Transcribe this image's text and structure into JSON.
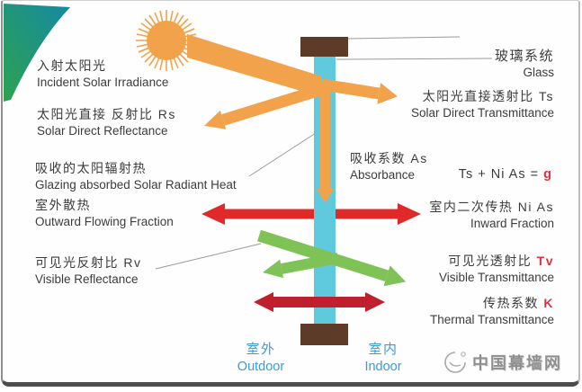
{
  "left_labels": [
    {
      "zh": "入射太阳光",
      "en": "Incident Solar Irradiance"
    },
    {
      "zh": "太阳光直接 反射比 Rs",
      "en": "Solar Direct Reflectance"
    },
    {
      "zh": "吸收的太阳辐射热",
      "en": "Glazing absorbed Solar Radiant Heat"
    },
    {
      "zh": "室外散热",
      "en": "Outward Flowing Fraction"
    },
    {
      "zh": "可见光反射比 Rv",
      "en": "Visible Reflectance"
    }
  ],
  "right_labels": {
    "glass": {
      "zh": "玻璃系统",
      "en": "Glass"
    },
    "solar_transmittance": {
      "zh": "太阳光直接透射比 Ts",
      "en": "Solar Direct Transmittance"
    },
    "absorbance": {
      "zh": "吸收系数 As",
      "en": "Absorbance"
    },
    "formula": {
      "base": "Ts + Ni As = ",
      "accent": "g"
    },
    "inward": {
      "zh": "室内二次传热 Ni As",
      "en": "Inward Fraction"
    },
    "visible_transmittance": {
      "zh": "可见光透射比 ",
      "accent": "Tv",
      "en": "Visible Transmittance"
    },
    "thermal": {
      "zh": "传热系数 ",
      "accent": "K",
      "en": "Thermal Transmittance"
    }
  },
  "bottom_labels": {
    "outdoor": {
      "zh": "室外",
      "en": "Outdoor"
    },
    "indoor": {
      "zh": "室内",
      "en": "Indoor"
    }
  },
  "watermark": {
    "text": "中国幕墙网"
  },
  "colors": {
    "orange": "#f2a24a",
    "glass_cyan": "#5fc9de",
    "frame_brown": "#5e3a28",
    "red": "#e02a2a",
    "dark_red": "#c0202e",
    "green": "#7fc356",
    "blue_text": "#3d9bd0",
    "accent_red_text": "#e5303c",
    "leader_gray": "#9a9a9a",
    "ribbon_green": "#2ea24f",
    "ribbon_teal": "#1489a4"
  }
}
